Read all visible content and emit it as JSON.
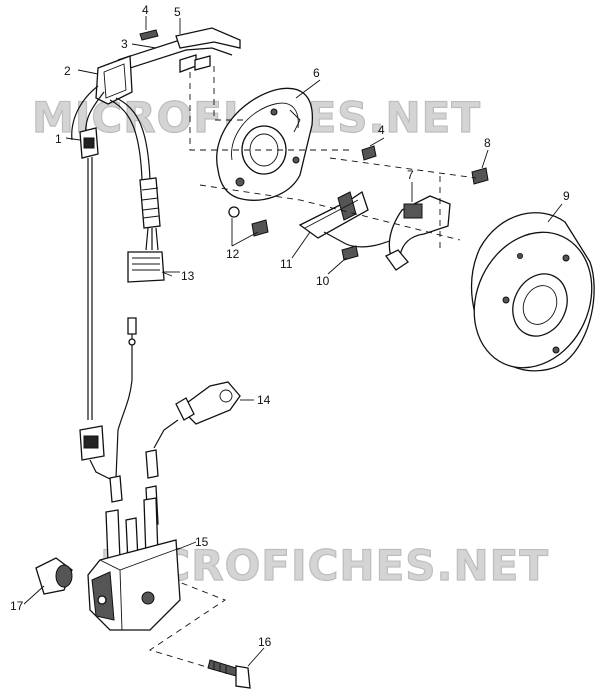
{
  "watermark": {
    "upper": "MICROFICHES.NET",
    "lower": "MICROFICHES.NET"
  },
  "callouts": {
    "c1": "1",
    "c2": "2",
    "c3": "3",
    "c4a": "4",
    "c4b": "4",
    "c5": "5",
    "c6": "6",
    "c7": "7",
    "c8": "8",
    "c9": "9",
    "c10": "10",
    "c11": "11",
    "c12": "12",
    "c13": "13",
    "c14": "14",
    "c15": "15",
    "c16": "16",
    "c17": "17"
  }
}
